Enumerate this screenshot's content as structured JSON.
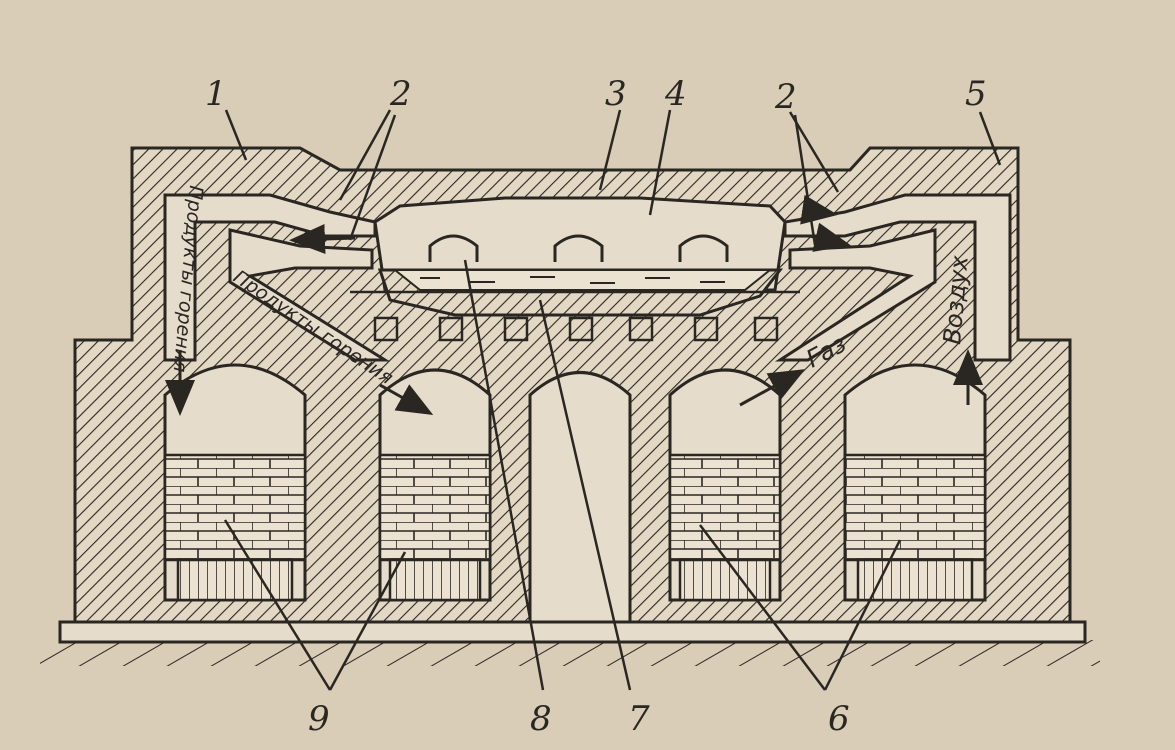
{
  "diagram": {
    "numbers": {
      "n1": "1",
      "n2a": "2",
      "n2b": "2",
      "n3": "3",
      "n4": "4",
      "n5": "5",
      "n6": "6",
      "n7": "7",
      "n8": "8",
      "n9": "9"
    },
    "flow_labels": {
      "products_left": "Продукты горения",
      "products_inner": "Продукты горения",
      "gas": "Газ",
      "air": "Воздух"
    },
    "colors": {
      "paper": "#d9cdb8",
      "ink": "#2a2622",
      "fill": "#e6dccb"
    }
  }
}
